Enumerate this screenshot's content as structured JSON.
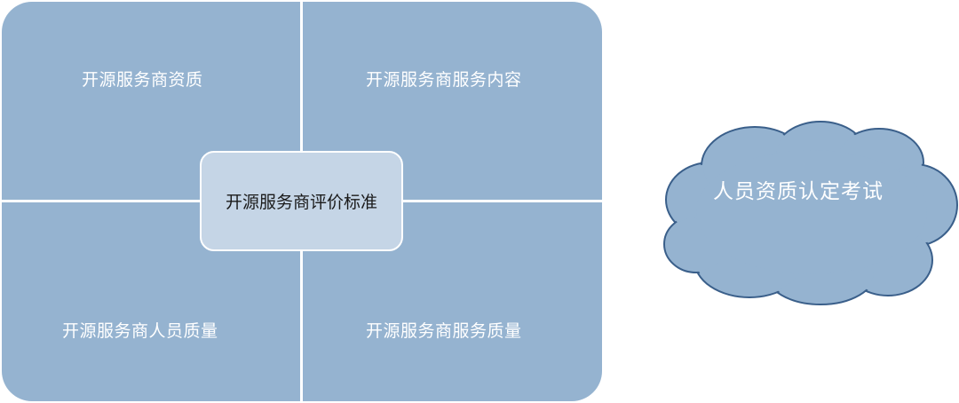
{
  "diagram": {
    "center_label": "开源服务商评价标准",
    "quadrants": [
      {
        "label": "开源服务商资质"
      },
      {
        "label": "开源服务商服务内容"
      },
      {
        "label": "开源服务商人员质量"
      },
      {
        "label": "开源服务商服务质量"
      }
    ],
    "cloud_label": "人员资质认定考试"
  },
  "colors": {
    "quadrant_fill": "#95b3d0",
    "center_fill": "#c5d5e6",
    "cloud_fill": "#95b3d0",
    "cloud_stroke": "#3a5f8a",
    "text_light": "#ffffff",
    "text_dark": "#1a1a1a"
  }
}
